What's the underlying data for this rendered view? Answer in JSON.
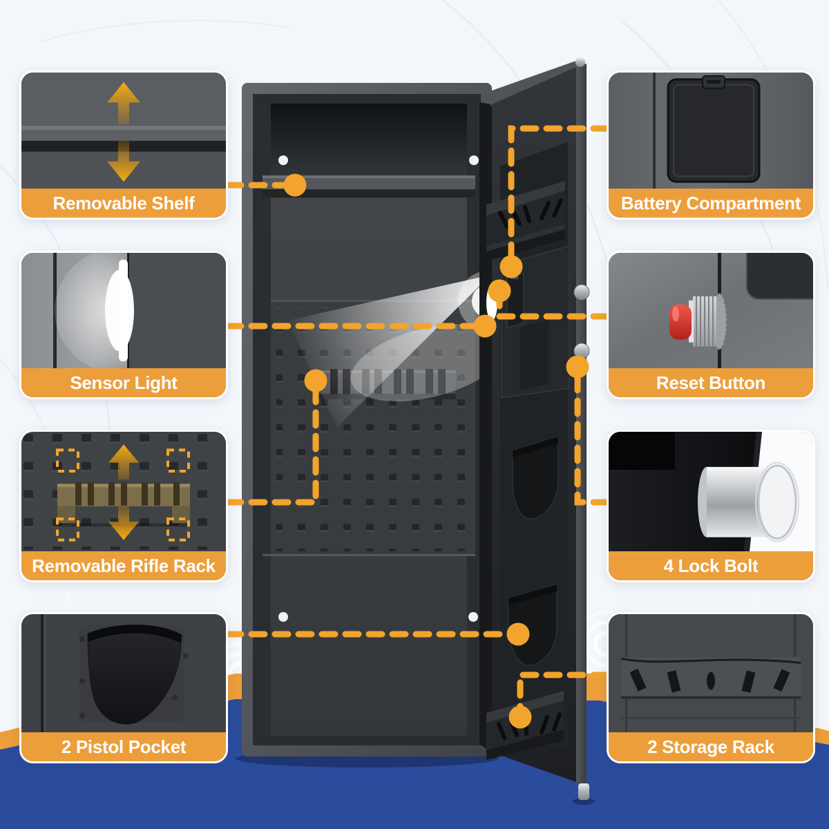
{
  "theme": {
    "bg": "#f3f6fa",
    "accent-orange": "#ec9e3b",
    "connector-orange": "#f2a42d",
    "band-blue": "#2b4b9d",
    "banner-text": "#ffffff",
    "arrow-gold": "#f2a51c"
  },
  "callouts": [
    {
      "id": "removable-shelf",
      "label": "Removable Shelf",
      "column": "left",
      "row": 1,
      "icon": "up-down-arrows-icon"
    },
    {
      "id": "sensor-light",
      "label": "Sensor Light",
      "column": "left",
      "row": 2,
      "icon": null
    },
    {
      "id": "removable-rifle-rack",
      "label": "Removable Rifle Rack",
      "column": "left",
      "row": 3,
      "icon": "up-down-arrows-icon"
    },
    {
      "id": "pistol-pocket",
      "label": "2 Pistol Pocket",
      "column": "left",
      "row": 4,
      "icon": null
    },
    {
      "id": "battery-compartment",
      "label": "Battery Compartment",
      "column": "right",
      "row": 1,
      "icon": null
    },
    {
      "id": "reset-button",
      "label": "Reset Button",
      "column": "right",
      "row": 2,
      "icon": null
    },
    {
      "id": "lock-bolt",
      "label": "4 Lock Bolt",
      "column": "right",
      "row": 3,
      "icon": null
    },
    {
      "id": "storage-rack",
      "label": "2 Storage Rack",
      "column": "right",
      "row": 4,
      "icon": null
    }
  ]
}
